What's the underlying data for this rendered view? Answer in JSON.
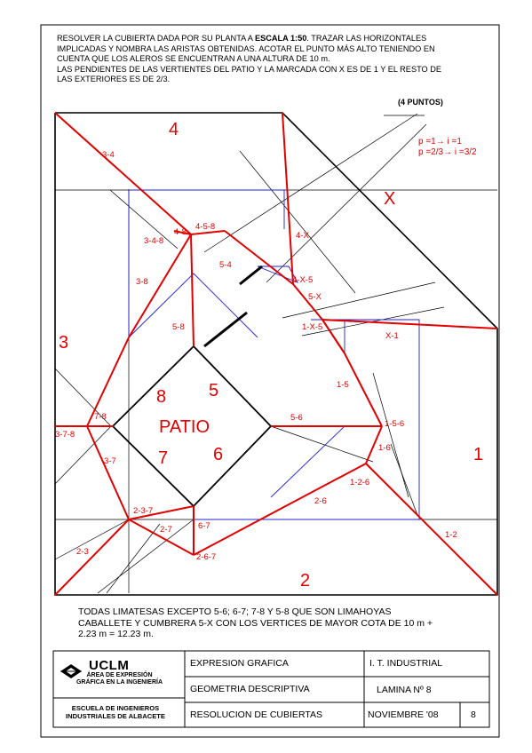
{
  "statement": {
    "line1_a": "RESOLVER LA CUBIERTA DADA POR SU PLANTA A ",
    "line1_bold": "ESCALA 1:50",
    "line1_b": ". TRAZAR  LAS HORIZONTALES",
    "line2": "IMPLICADAS Y NOMBRA LAS ARISTAS OBTENIDAS. ACOTAR EL PUNTO MÁS ALTO TENIENDO EN",
    "line3": "CUENTA QUE LOS ALEROS SE ENCUENTRAN A UNA ALTURA DE 10 m.",
    "line4": "LAS PENDIENTES DE LAS VERTIENTES DEL PATIO Y LA MARCADA CON X ES DE 1 Y EL RESTO DE",
    "line5": "LAS EXTERIORES ES  DE  2/3.",
    "points": "(4 PUNTOS)"
  },
  "slopes": {
    "line1": "p =1→ i =1",
    "line2": "p =2/3→ i =3/2"
  },
  "faces": {
    "f4": "4",
    "fX": "X",
    "f3": "3",
    "f1": "1",
    "f2": "2",
    "patio": "PATIO",
    "p8": "8",
    "p5": "5",
    "p7": "7",
    "p6": "6"
  },
  "edge_labels": {
    "e34": "3-4",
    "e48": "4-8",
    "e458": "4-5-8",
    "e348": "3-4-8",
    "e4X": "4-X",
    "e54": "5-4",
    "e4X5": "4-X-5",
    "e5X": "5-X",
    "e1X5": "1-X-5",
    "eX1": "X-1",
    "e38": "3-8",
    "e58": "5-8",
    "e15": "1-5",
    "e56": "5-6",
    "e156": "1-5-6",
    "e78": "7-8",
    "e378": "3-7-8",
    "e37": "3-7",
    "e16": "1-6",
    "e126": "1-2-6",
    "e26": "2-6",
    "e237": "2-3-7",
    "e27": "2-7",
    "e67": "6-7",
    "e267": "2-6-7",
    "e23": "2-3",
    "e12": "1-2"
  },
  "footer_note": {
    "line1": "TODAS LIMATESAS EXCEPTO 5-6; 6-7; 7-8 Y 5-8 QUE SON LIMAHOYAS",
    "line2": "CABALLETE Y CUMBRERA 5-X CON LOS VERTICES DE MAYOR COTA DE 10 m +",
    "line3": "2.23 m =  12.23 m."
  },
  "title_block": {
    "logo_name": "UCLM",
    "logo_sub1": "ÁREA DE EXPRESIÓN",
    "logo_sub2": "GRÁFICA EN LA INGENIERÍA",
    "school1": "ESCUELA DE INGENIEROS",
    "school2": "INDUSTRIALES DE ALBACETE",
    "subject": "EXPRESION GRAFICA",
    "degree": "I. T. INDUSTRIAL",
    "topic": "GEOMETRIA DESCRIPTIVA",
    "sheet_label": "LAMINA Nº 8",
    "exercise": "RESOLUCION DE CUBIERTAS",
    "date": "NOVIEMBRE '08",
    "number": "8"
  },
  "colors": {
    "ridge": "#e00000",
    "horizontal": "#2020d0",
    "outline": "#000000"
  }
}
